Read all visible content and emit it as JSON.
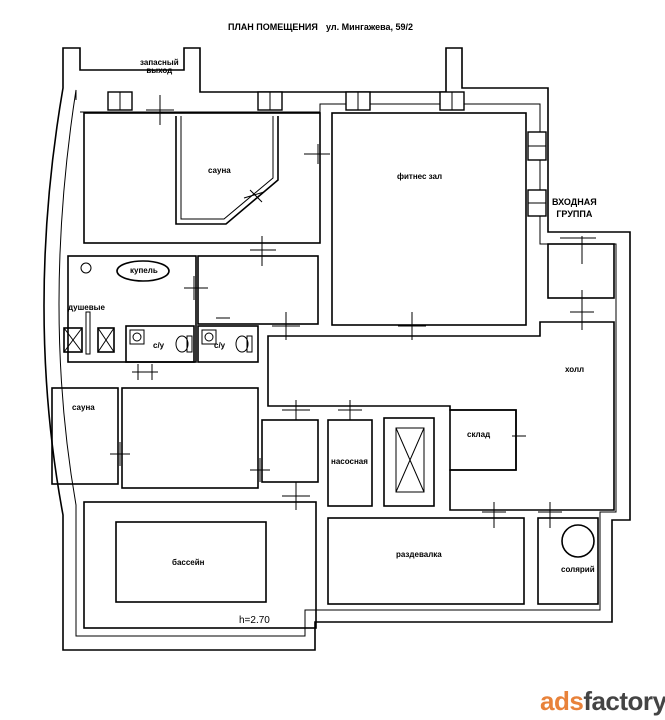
{
  "header": {
    "title": "ПЛАН ПОМЕЩЕНИЯ",
    "address": "ул. Мингажева, 59/2"
  },
  "rooms": {
    "emergency_exit": "запасный\nвыход",
    "sauna_top": "сауна",
    "fitness": "фитнес зал",
    "entry_group": "ВХОДНАЯ\nГРУППА",
    "plunge_pool": "купель",
    "showers": "душевые",
    "wc_1": "с/у",
    "wc_2": "с/у",
    "hall": "холл",
    "sauna_left": "сауна",
    "storage": "склад",
    "pump_room": "насосная",
    "pool": "бассейн",
    "locker_room": "раздевалка",
    "solarium": "солярий"
  },
  "height_note": "h=2.70",
  "watermark": {
    "part1": "ads",
    "part2": "factory"
  },
  "colors": {
    "line": "#000000",
    "watermark_orange": "#e8823a",
    "watermark_gray": "#444444"
  }
}
